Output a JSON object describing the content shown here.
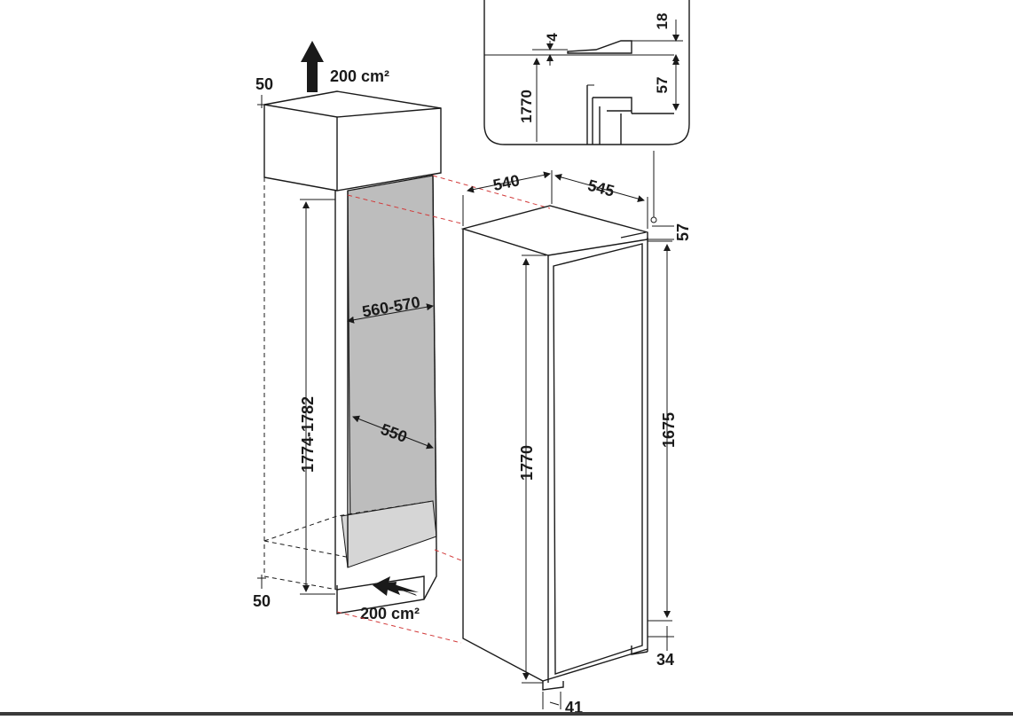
{
  "cabinet": {
    "vent_top": "200 cm²",
    "vent_bottom": "200 cm²",
    "gap_top": "50",
    "gap_bottom": "50",
    "niche_height": "1774-1782",
    "niche_width": "560-570",
    "niche_depth": "550"
  },
  "appliance": {
    "depth": "540",
    "width": "545",
    "top_offset": "57",
    "height": "1770",
    "door_height": "1675",
    "bottom_offset": "34",
    "foot_depth": "41"
  },
  "detail": {
    "gap": "4",
    "top_thickness": "18",
    "hinge_drop": "57",
    "height": "1770"
  },
  "colors": {
    "line": "#1a1a1a",
    "guide": "#d23a3a",
    "niche_shade": "#bdbdbd"
  }
}
